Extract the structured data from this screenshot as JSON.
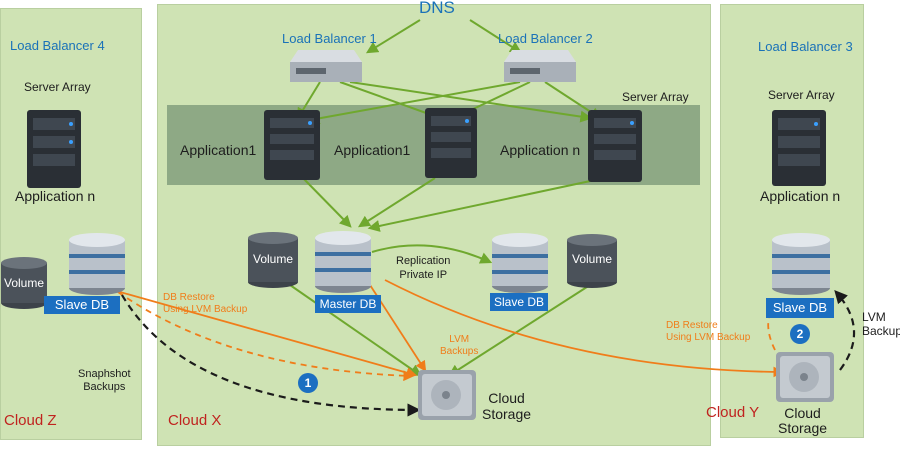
{
  "dns": "DNS",
  "left": {
    "title": "Load Balancer 4",
    "server_array": "Server Array",
    "app": "Application n",
    "volume": "Volume",
    "db": "Slave DB",
    "restore": "DB Restore\nUsing LVM Backup",
    "snapshot": "Snaphshot\nBackups",
    "cloud": "Cloud Z"
  },
  "center": {
    "lb1": "Load Balancer 1",
    "lb2": "Load Balancer 2",
    "server_array": "Server Array",
    "app1": "Application1",
    "app2": "Application1",
    "app3": "Application n",
    "volume1": "Volume",
    "master": "Master DB",
    "replication": "Replication\nPrivate IP",
    "slave": "Slave DB",
    "volume2": "Volume",
    "lvm": "LVM\nBackups",
    "storage": "Cloud\nStorage",
    "cloud": "Cloud X",
    "step1": "1"
  },
  "right": {
    "title": "Load Balancer 3",
    "server_array": "Server Array",
    "app": "Application n",
    "db": "Slave DB",
    "restore": "DB Restore\nUsing LVM Backup",
    "lvm": "LVM\nBackups",
    "storage": "Cloud\nStorage",
    "cloud": "Cloud Y",
    "step2": "2"
  },
  "colors": {
    "panel": "#cfe3b4",
    "green_arrow": "#6fa82e",
    "orange": "#f07d1a",
    "blue": "#1c6fc1",
    "cloud_label": "#c0231f"
  }
}
